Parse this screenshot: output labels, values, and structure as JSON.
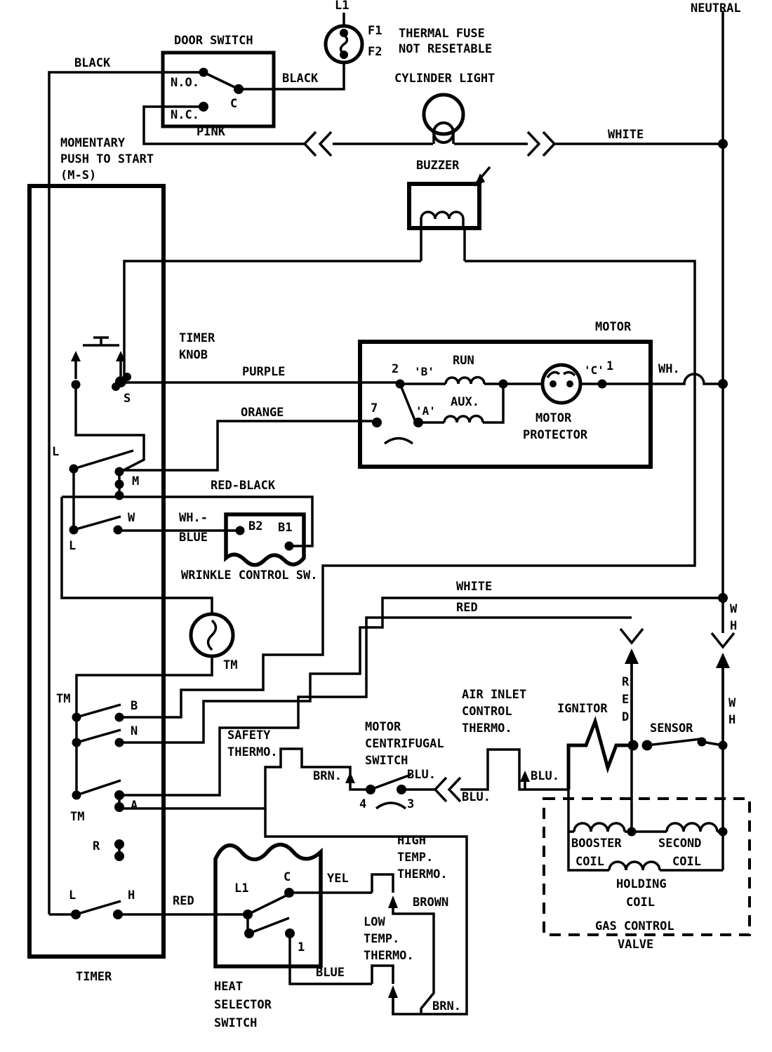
{
  "labels": {
    "neutral": "NEUTRAL",
    "l1_top": "L1",
    "f1": "F1",
    "f2": "F2",
    "door_switch": "DOOR SWITCH",
    "no_contact": "N.O.",
    "nc_contact": "N.C.",
    "c_contact": "C",
    "black_left": "BLACK",
    "black_right": "BLACK",
    "pink": "PINK",
    "thermal_fuse_1": "THERMAL FUSE",
    "thermal_fuse_2": "NOT RESETABLE",
    "cylinder_light": "CYLINDER LIGHT",
    "white_top": "WHITE",
    "momentary_1": "MOMENTARY",
    "momentary_2": "PUSH TO START",
    "momentary_3": "(M-S)",
    "buzzer": "BUZZER",
    "timer_knob_1": "TIMER",
    "timer_knob_2": "KNOB",
    "s_contact": "S",
    "purple": "PURPLE",
    "orange": "ORANGE",
    "motor": "MOTOR",
    "motor_2": "2",
    "motor_b": "'B'",
    "motor_run": "RUN",
    "motor_7": "7",
    "motor_a": "'A'",
    "motor_aux": "AUX.",
    "motor_c": "'C'",
    "motor_1": "1",
    "wh": "WH.",
    "motor_protector_1": "MOTOR",
    "motor_protector_2": "PROTECTOR",
    "l_upper": "L",
    "m_contact": "M",
    "red_black": "RED-BLACK",
    "w_contact": "W",
    "wh_blue_1": "WH.-",
    "wh_blue_2": "BLUE",
    "b2": "B2",
    "b1": "B1",
    "l_mid": "L",
    "wrinkle": "WRINKLE CONTROL SW.",
    "white_mid": "WHITE",
    "red_mid": "RED",
    "tm_motor": "TM",
    "tm_upper": "TM",
    "b_contact": "B",
    "n_contact": "N",
    "wh_v1_1": "W",
    "wh_v1_2": "H",
    "red_v_1": "R",
    "red_v_2": "E",
    "red_v_3": "D",
    "wh_v2_1": "W",
    "wh_v2_2": "H",
    "air_inlet_1": "AIR INLET",
    "air_inlet_2": "CONTROL",
    "air_inlet_3": "THERMO.",
    "ignitor": "IGNITOR",
    "sensor": "SENSOR",
    "safety_1": "SAFETY",
    "safety_2": "THERMO.",
    "centrifugal_1": "MOTOR",
    "centrifugal_2": "CENTRIFUGAL",
    "centrifugal_3": "SWITCH",
    "brn_1": "BRN.",
    "contact_4": "4",
    "contact_3": "3",
    "blu_1": "BLU.",
    "blu_2": "BLU.",
    "blu_3": "BLU.",
    "tm_lower": "TM",
    "a_contact": "A",
    "r_contact": "R",
    "l_bottom": "L",
    "h_contact": "H",
    "red_bottom": "RED",
    "timer": "TIMER",
    "booster_1": "BOOSTER",
    "booster_2": "COIL",
    "second_1": "SECOND",
    "second_2": "COIL",
    "holding_1": "HOLDING",
    "holding_2": "COIL",
    "gas_valve_1": "GAS CONTROL",
    "gas_valve_2": "VALVE",
    "high_temp_1": "HIGH",
    "high_temp_2": "TEMP.",
    "high_temp_3": "THERMO.",
    "brown": "BROWN",
    "low_temp_1": "LOW",
    "low_temp_2": "TEMP.",
    "low_temp_3": "THERMO.",
    "yel": "YEL",
    "blue": "BLUE",
    "brn_2": "BRN.",
    "heat_sel_1": "HEAT",
    "heat_sel_2": "SELECTOR",
    "heat_sel_3": "SWITCH",
    "hs_l1": "L1",
    "hs_c": "C",
    "hs_1": "1"
  },
  "colors": {
    "ink": "#000000",
    "paper": "#ffffff"
  }
}
